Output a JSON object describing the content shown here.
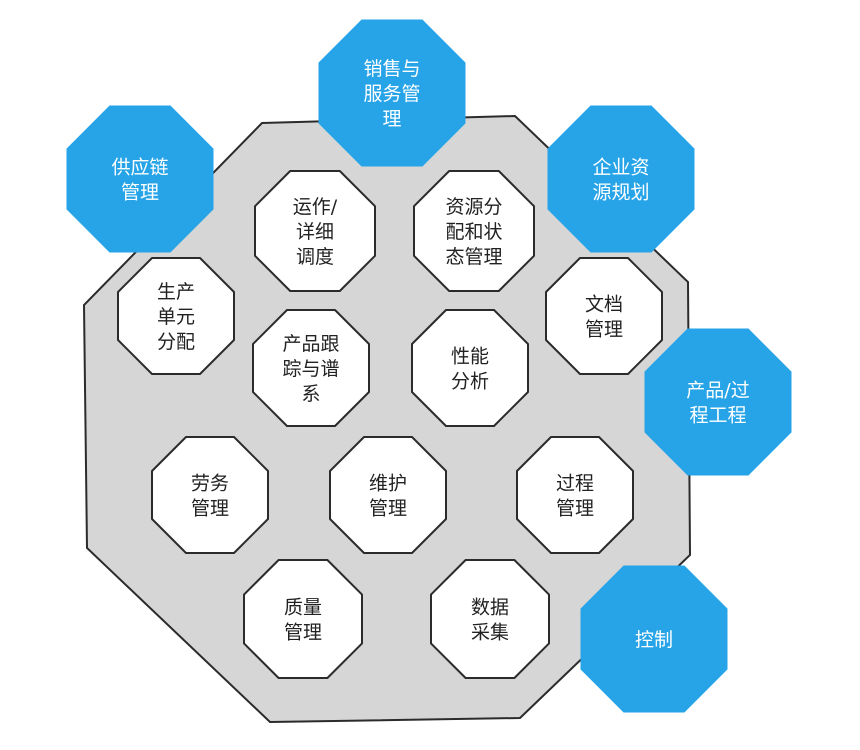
{
  "colors": {
    "background_shape_fill": "#d6d6d6",
    "background_shape_stroke": "#2b2b2b",
    "inner_fill": "#ffffff",
    "inner_stroke": "#2b2b2b",
    "inner_text": "#222222",
    "outer_fill": "#27a4e8",
    "outer_stroke": "#27a4e8",
    "outer_text": "#ffffff"
  },
  "inner_modules": [
    {
      "id": "operations-scheduling",
      "lines": [
        "运作/",
        "详细",
        "调度"
      ]
    },
    {
      "id": "resource-allocation-status",
      "lines": [
        "资源分",
        "配和状",
        "态管理"
      ]
    },
    {
      "id": "production-unit-dispatch",
      "lines": [
        "生产",
        "单元",
        "分配"
      ]
    },
    {
      "id": "document-management",
      "lines": [
        "文档",
        "管理"
      ]
    },
    {
      "id": "product-tracking-genealogy",
      "lines": [
        "产品跟",
        "踪与谱",
        "系"
      ]
    },
    {
      "id": "performance-analysis",
      "lines": [
        "性能",
        "分析"
      ]
    },
    {
      "id": "labor-management",
      "lines": [
        "劳务",
        "管理"
      ]
    },
    {
      "id": "maintenance-management",
      "lines": [
        "维护",
        "管理"
      ]
    },
    {
      "id": "process-management",
      "lines": [
        "过程",
        "管理"
      ]
    },
    {
      "id": "quality-management",
      "lines": [
        "质量",
        "管理"
      ]
    },
    {
      "id": "data-acquisition",
      "lines": [
        "数据",
        "采集"
      ]
    }
  ],
  "outer_systems": [
    {
      "id": "sales-service-management",
      "lines": [
        "销售与",
        "服务管",
        "理"
      ]
    },
    {
      "id": "supply-chain-management",
      "lines": [
        "供应链",
        "管理"
      ]
    },
    {
      "id": "enterprise-resource-planning",
      "lines": [
        "企业资",
        "源规划"
      ]
    },
    {
      "id": "product-process-engineering",
      "lines": [
        "产品/过",
        "程工程"
      ]
    },
    {
      "id": "control",
      "lines": [
        "控制"
      ]
    }
  ]
}
